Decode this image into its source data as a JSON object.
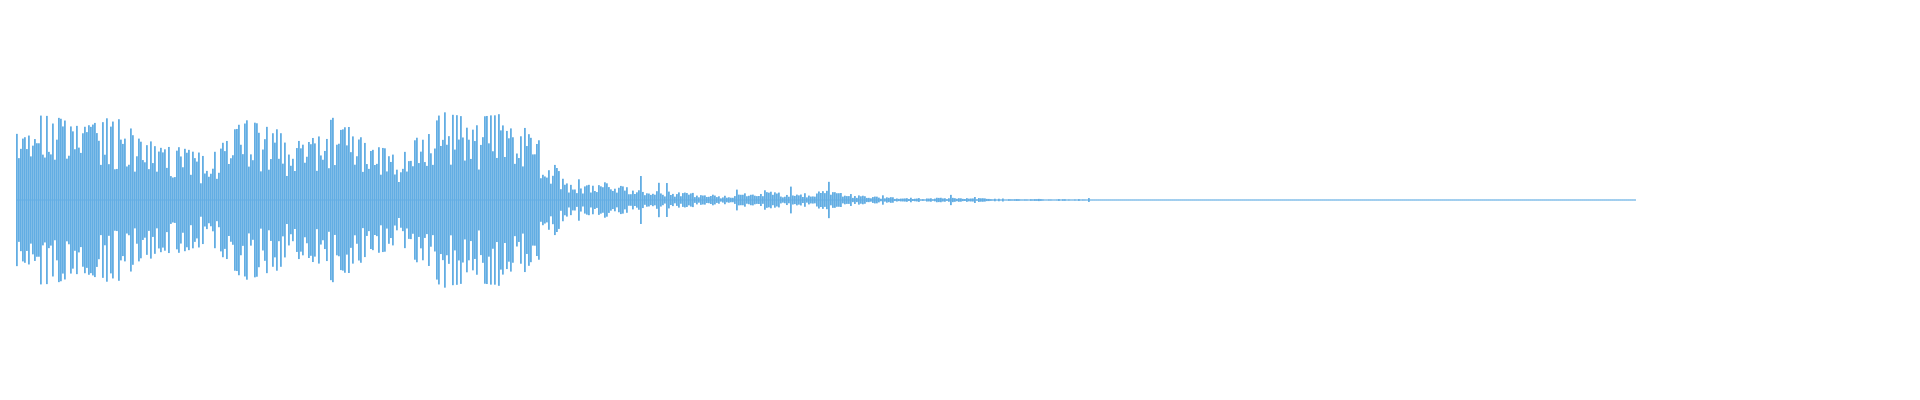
{
  "waveform": {
    "color": "#62ade3",
    "envelope": [
      {
        "t": 0.0,
        "amp": 0.82
      },
      {
        "t": 0.02,
        "amp": 0.9
      },
      {
        "t": 0.04,
        "amp": 0.75
      },
      {
        "t": 0.06,
        "amp": 0.88
      },
      {
        "t": 0.08,
        "amp": 0.62
      },
      {
        "t": 0.1,
        "amp": 0.55
      },
      {
        "t": 0.12,
        "amp": 0.46
      },
      {
        "t": 0.14,
        "amp": 0.84
      },
      {
        "t": 0.16,
        "amp": 0.74
      },
      {
        "t": 0.18,
        "amp": 0.6
      },
      {
        "t": 0.2,
        "amp": 0.94
      },
      {
        "t": 0.22,
        "amp": 0.56
      },
      {
        "t": 0.24,
        "amp": 0.5
      },
      {
        "t": 0.26,
        "amp": 0.93
      },
      {
        "t": 0.28,
        "amp": 0.85
      },
      {
        "t": 0.3,
        "amp": 0.9
      },
      {
        "t": 0.32,
        "amp": 0.68
      },
      {
        "t": 0.34,
        "amp": 0.16
      },
      {
        "t": 0.36,
        "amp": 0.2
      },
      {
        "t": 0.38,
        "amp": 0.12
      },
      {
        "t": 0.4,
        "amp": 0.1
      },
      {
        "t": 0.42,
        "amp": 0.07
      },
      {
        "t": 0.44,
        "amp": 0.04
      },
      {
        "t": 0.46,
        "amp": 0.11
      },
      {
        "t": 0.48,
        "amp": 0.06
      },
      {
        "t": 0.5,
        "amp": 0.1
      },
      {
        "t": 0.52,
        "amp": 0.05
      },
      {
        "t": 0.54,
        "amp": 0.03
      },
      {
        "t": 0.56,
        "amp": 0.02
      },
      {
        "t": 0.58,
        "amp": 0.03
      },
      {
        "t": 0.6,
        "amp": 0.02
      },
      {
        "t": 0.62,
        "amp": 0.01
      },
      {
        "t": 0.64,
        "amp": 0.01
      },
      {
        "t": 0.66,
        "amp": 0.01
      },
      {
        "t": 0.68,
        "amp": 0.0
      }
    ]
  }
}
